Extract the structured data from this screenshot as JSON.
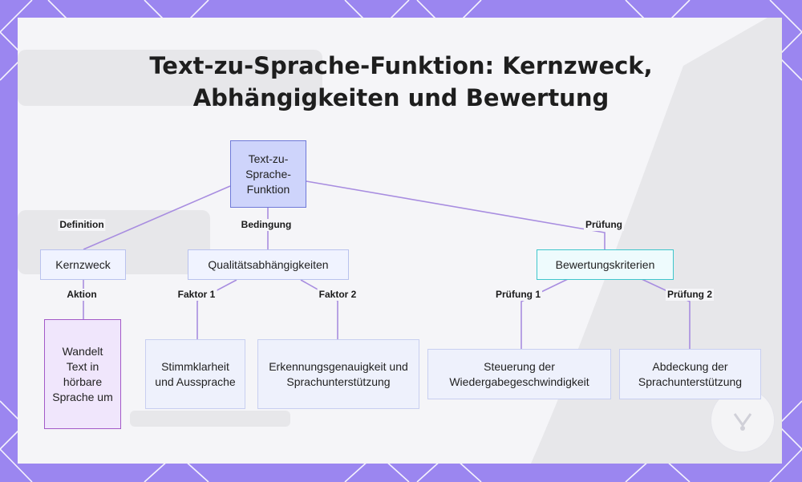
{
  "diagram": {
    "title_line1": "Text-zu-Sprache-Funktion: Kernzweck,",
    "title_line2": "Abhängigkeiten und Bewertung",
    "nodes": {
      "root": "Text-zu-Sprache-Funktion",
      "kernzweck": "Kernzweck",
      "wandelt": "Wandelt Text in hörbare Sprache um",
      "qualitaet": "Qualitätsabhängigkeiten",
      "stimm": "Stimmklarheit und Aussprache",
      "erkennung": "Erkennungsgenauigkeit und Sprachunterstützung",
      "bewertung": "Bewertungskriterien",
      "steuerung": "Steuerung der Wiedergabegeschwindigkeit",
      "abdeckung": "Abdeckung der Sprachunterstützung"
    },
    "edge_labels": {
      "definition": "Definition",
      "bedingung": "Bedingung",
      "pruefung": "Prüfung",
      "aktion": "Aktion",
      "faktor1": "Faktor 1",
      "faktor2": "Faktor 2",
      "pruefung1": "Prüfung 1",
      "pruefung2": "Prüfung 2"
    },
    "colors": {
      "frame": "#9b86f0",
      "edge": "#a88de0",
      "root_fill": "#ced4fb",
      "teal_border": "#3fc6cc",
      "purple_border": "#a35ac8"
    }
  }
}
